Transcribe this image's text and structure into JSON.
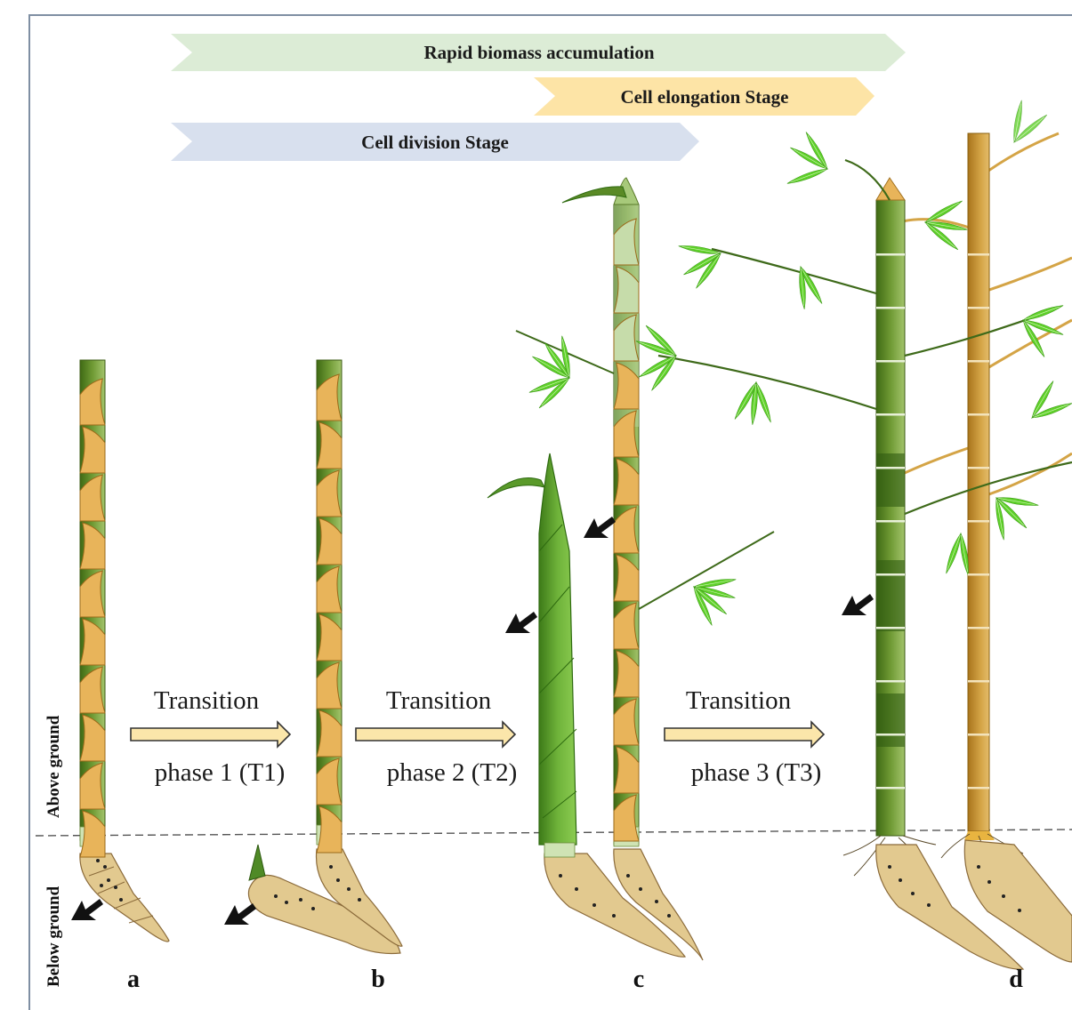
{
  "stages": {
    "rapid": "Rapid biomass accumulation",
    "elongation": "Cell elongation Stage",
    "division": "Cell division Stage"
  },
  "transitions": [
    {
      "line1": "Transition",
      "line2": "phase 1 (T1)"
    },
    {
      "line1": "Transition",
      "line2": "phase 2 (T2)"
    },
    {
      "line1": "Transition",
      "line2": "phase  3 (T3)"
    }
  ],
  "ground": {
    "above": "Above  ground",
    "below": "Below  ground"
  },
  "panels": [
    "a",
    "b",
    "c",
    "d"
  ],
  "colors": {
    "rapid_banner": "#dcecd6",
    "elongation_banner": "#fde4a6",
    "division_banner": "#d8e0ee",
    "culm_dark": "#4f7a1e",
    "culm_light": "#a3c46c",
    "sheath": "#e8b45a",
    "leaf": "#5fd12a",
    "mature_culm": "#c9962e",
    "rhizome": "#e2c98f",
    "arrow_fill": "#fbe6aa"
  }
}
